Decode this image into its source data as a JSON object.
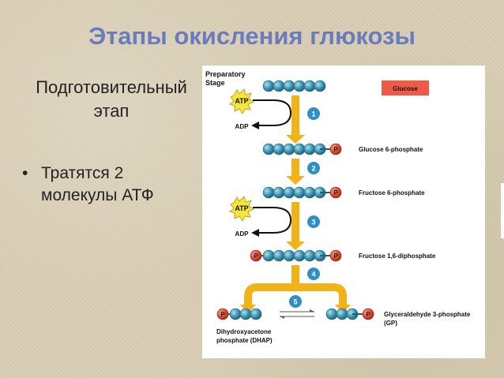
{
  "slide": {
    "title": "Этапы окисления глюкозы",
    "left_heading": "Подготовительный этап",
    "bullet": "Тратятся 2 молекулы АТФ"
  },
  "figure": {
    "stage_label_line1": "Preparatory",
    "stage_label_line2": "Stage",
    "glucose_box": "Glucose",
    "atp": "ATP",
    "adp": "ADP",
    "phosphate": "P",
    "steps": [
      "1",
      "2",
      "3",
      "4",
      "5"
    ],
    "compounds": {
      "g6p": "Glucose 6-phosphate",
      "f6p": "Fructose 6-phosphate",
      "f16dp": "Fructose 1,6-diphosphate",
      "gp_line1": "Glyceraldehyde 3-phosphate",
      "gp_line2": "(GP)",
      "dhap_line1": "Dihydroxyacetone",
      "dhap_line2": "phosphate (DHAP)"
    }
  },
  "colors": {
    "title": "#6a7cbd",
    "bead": "#3f95b3",
    "arrow": "#f2b318",
    "phosphate": "#e0482e",
    "glucose_box": "#ef5a47",
    "step_circle": "#2f8fc4"
  }
}
